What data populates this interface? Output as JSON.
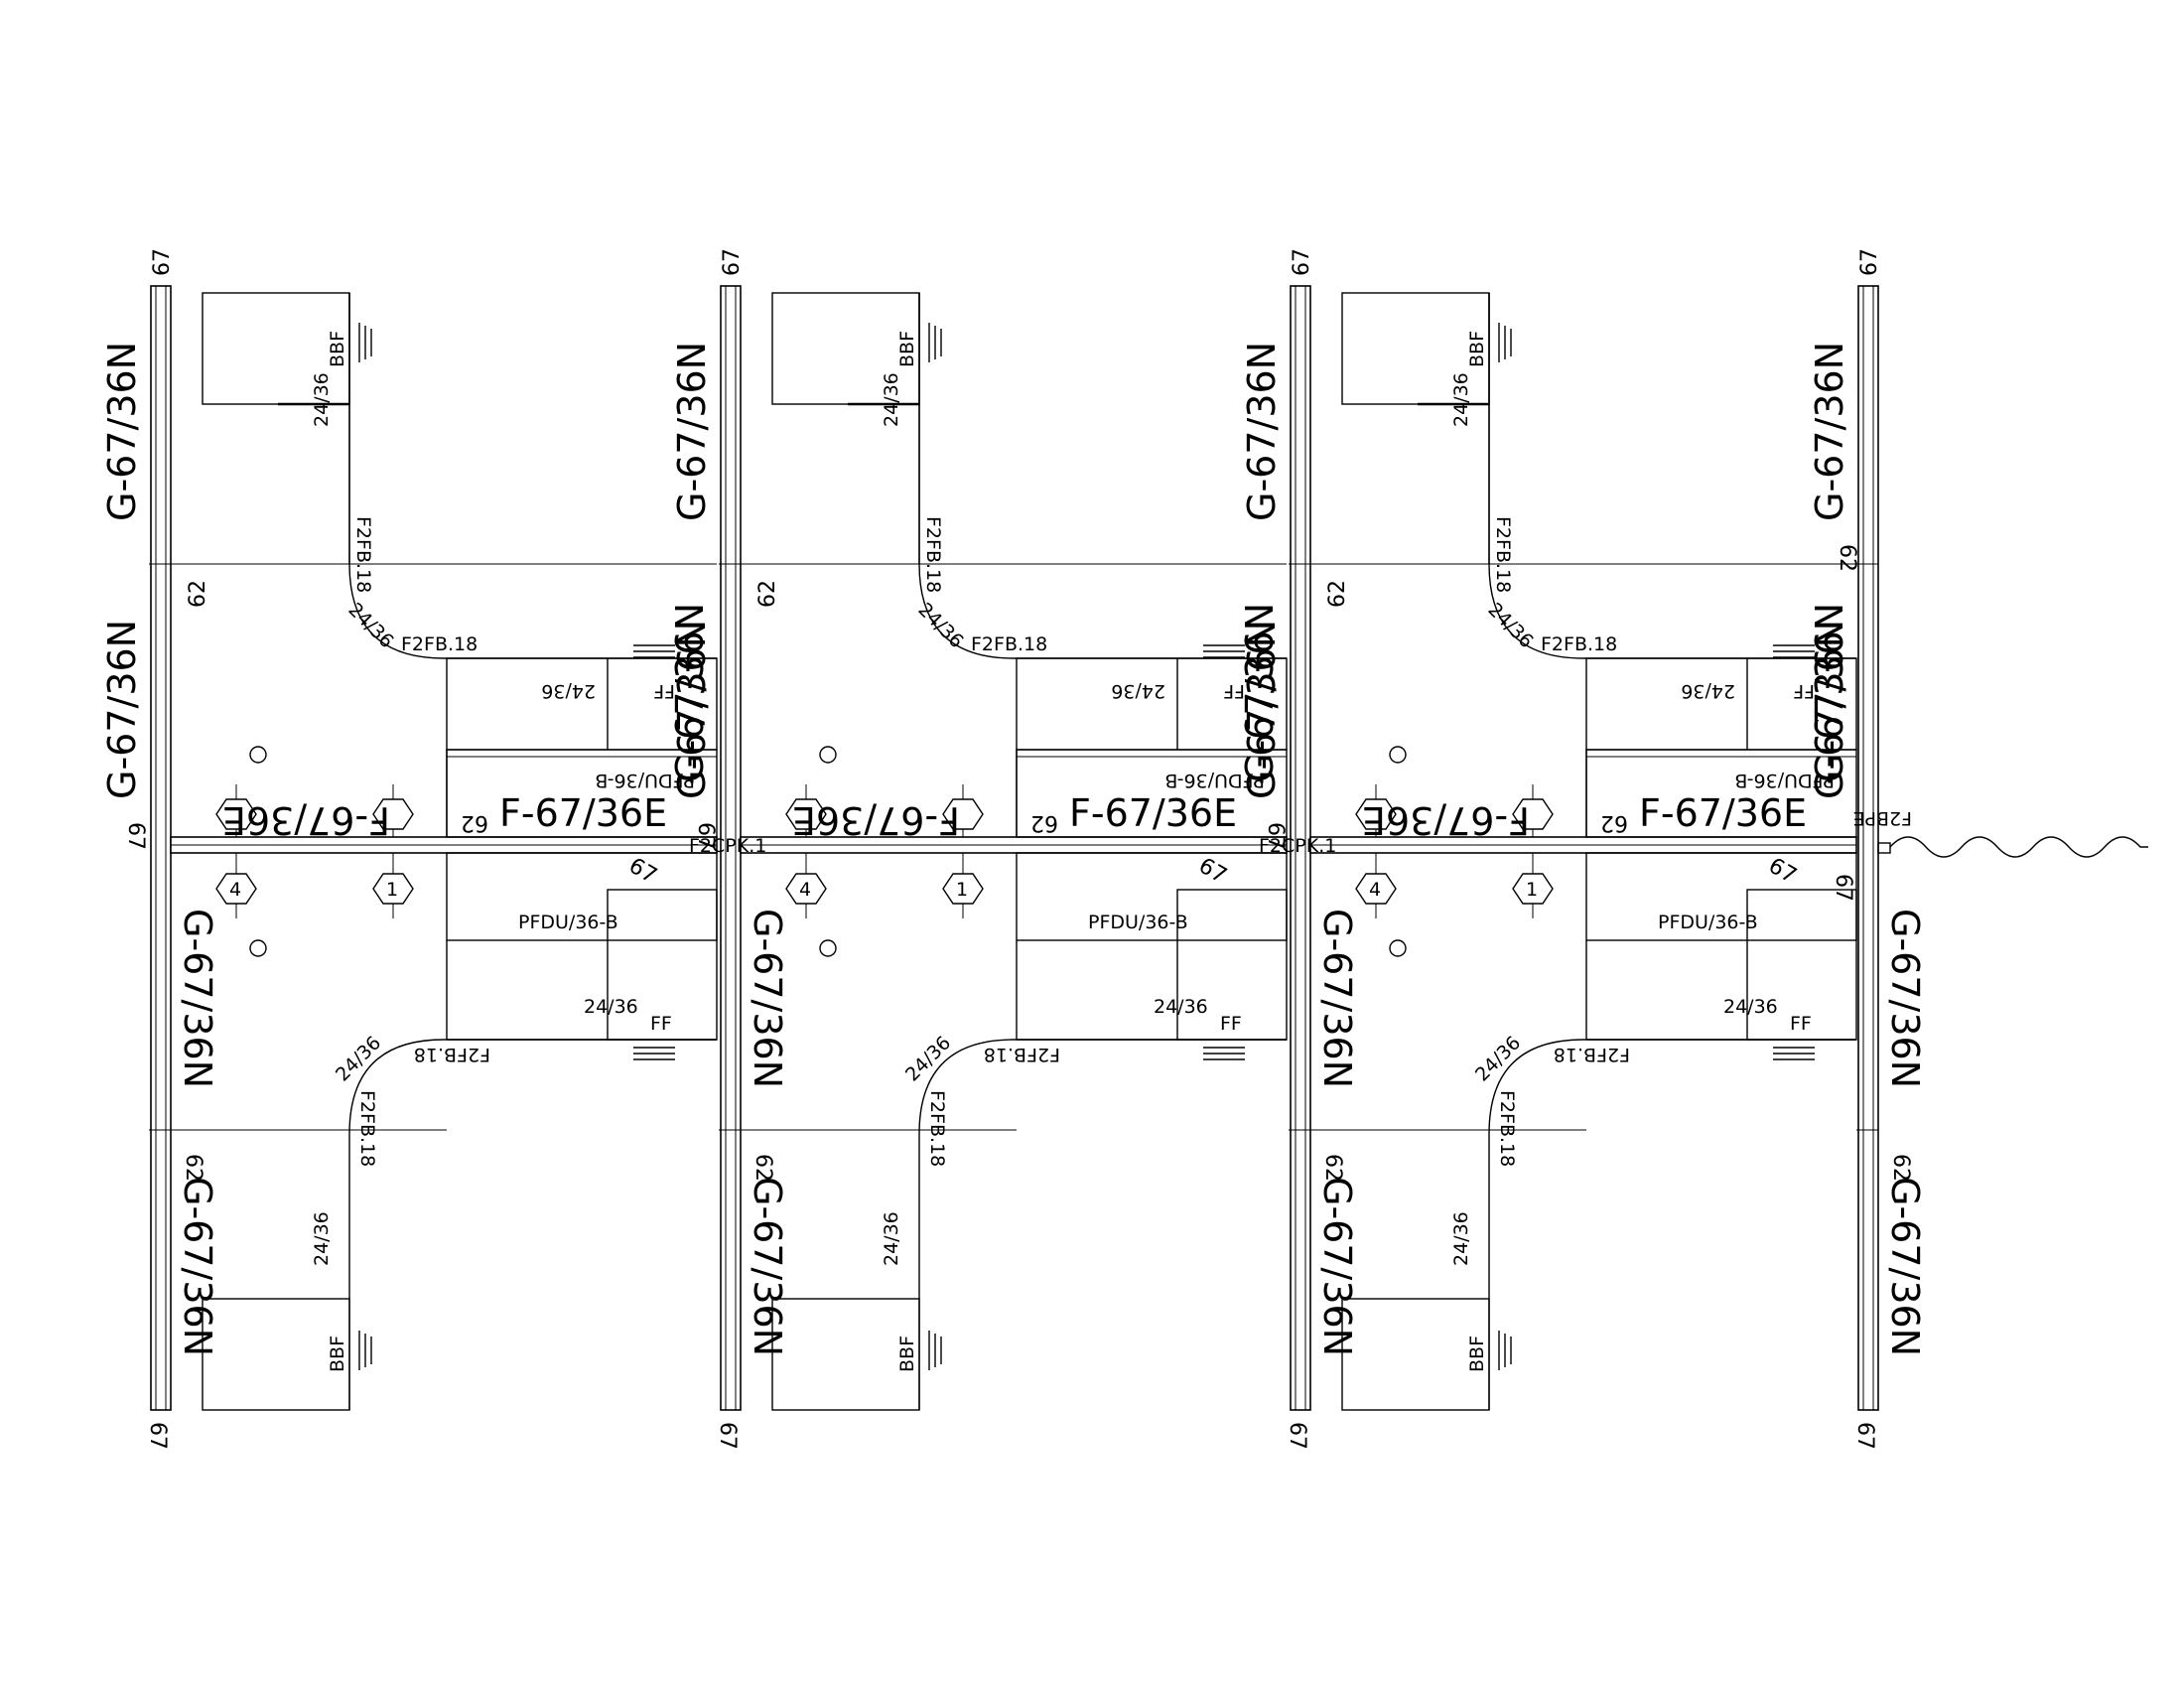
{
  "labels": {
    "panel_g": "G-67/36N",
    "panel_f": "F-67/36E",
    "height_67": "67",
    "height_62": "62",
    "surface": "24/36",
    "bbf": "BBF",
    "ff": "FF",
    "f2fb": "F2FB.18",
    "pfdu_top": "PFDU/36-B",
    "pfdu_bottom": "PFDU/36-B",
    "f2cpk": "F2CPK.1",
    "f2bpe": "F2BPE",
    "node_4": "4",
    "node_1": "1"
  }
}
